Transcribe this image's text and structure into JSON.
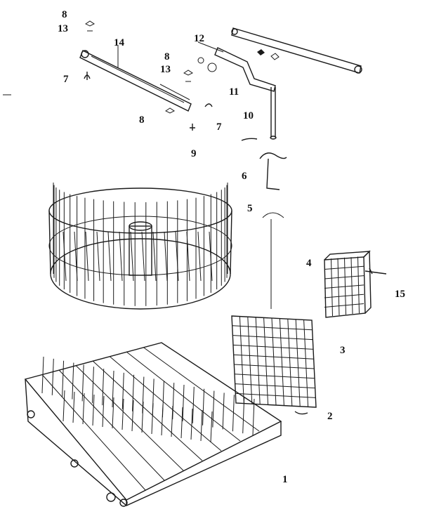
{
  "diagram": {
    "labels": [
      {
        "id": "lbl-8-top",
        "text": "8"
      },
      {
        "id": "lbl-13-top",
        "text": "13"
      },
      {
        "id": "lbl-14",
        "text": "14"
      },
      {
        "id": "lbl-8-mid",
        "text": "8"
      },
      {
        "id": "lbl-13-mid",
        "text": "13"
      },
      {
        "id": "lbl-12",
        "text": "12"
      },
      {
        "id": "lbl-7-left",
        "text": "7"
      },
      {
        "id": "lbl-11",
        "text": "11"
      },
      {
        "id": "lbl-10",
        "text": "10"
      },
      {
        "id": "lbl-8-low",
        "text": "8"
      },
      {
        "id": "lbl-7-low",
        "text": "7"
      },
      {
        "id": "lbl-9",
        "text": "9"
      },
      {
        "id": "lbl-6",
        "text": "6"
      },
      {
        "id": "lbl-5",
        "text": "5"
      },
      {
        "id": "lbl-4",
        "text": "4"
      },
      {
        "id": "lbl-15",
        "text": "15"
      },
      {
        "id": "lbl-3",
        "text": "3"
      },
      {
        "id": "lbl-2",
        "text": "2"
      },
      {
        "id": "lbl-1",
        "text": "1"
      }
    ]
  }
}
